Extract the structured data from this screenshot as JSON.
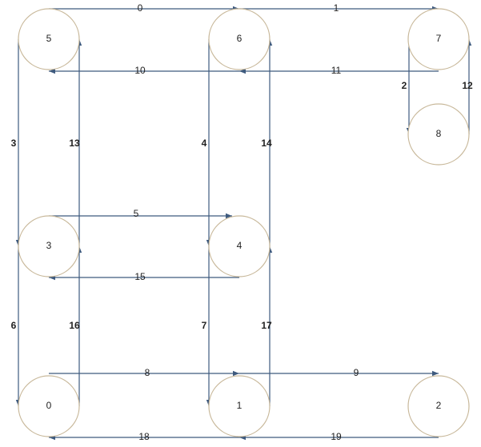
{
  "colors": {
    "node_stroke": "#c8b89a",
    "edge": "#3e5a7e",
    "label": "#222222",
    "background": "#ffffff"
  },
  "nodes": [
    {
      "id": "0",
      "label": "0"
    },
    {
      "id": "1",
      "label": "1"
    },
    {
      "id": "2",
      "label": "2"
    },
    {
      "id": "3",
      "label": "3"
    },
    {
      "id": "4",
      "label": "4"
    },
    {
      "id": "5",
      "label": "5"
    },
    {
      "id": "6",
      "label": "6"
    },
    {
      "id": "7",
      "label": "7"
    },
    {
      "id": "8",
      "label": "8"
    }
  ],
  "edges": [
    {
      "label": "0",
      "from": "5",
      "to": "6"
    },
    {
      "label": "1",
      "from": "6",
      "to": "7"
    },
    {
      "label": "2",
      "from": "7",
      "to": "8"
    },
    {
      "label": "3",
      "from": "5",
      "to": "3"
    },
    {
      "label": "4",
      "from": "6",
      "to": "4"
    },
    {
      "label": "5",
      "from": "3",
      "to": "4"
    },
    {
      "label": "6",
      "from": "3",
      "to": "0"
    },
    {
      "label": "7",
      "from": "4",
      "to": "1"
    },
    {
      "label": "8",
      "from": "0",
      "to": "1"
    },
    {
      "label": "9",
      "from": "1",
      "to": "2"
    },
    {
      "label": "10",
      "from": "6",
      "to": "5"
    },
    {
      "label": "11",
      "from": "7",
      "to": "6"
    },
    {
      "label": "12",
      "from": "8",
      "to": "7"
    },
    {
      "label": "13",
      "from": "3",
      "to": "5"
    },
    {
      "label": "14",
      "from": "4",
      "to": "6"
    },
    {
      "label": "15",
      "from": "4",
      "to": "3"
    },
    {
      "label": "16",
      "from": "0",
      "to": "3"
    },
    {
      "label": "17",
      "from": "1",
      "to": "4"
    },
    {
      "label": "18",
      "from": "1",
      "to": "0"
    },
    {
      "label": "19",
      "from": "2",
      "to": "1"
    }
  ]
}
